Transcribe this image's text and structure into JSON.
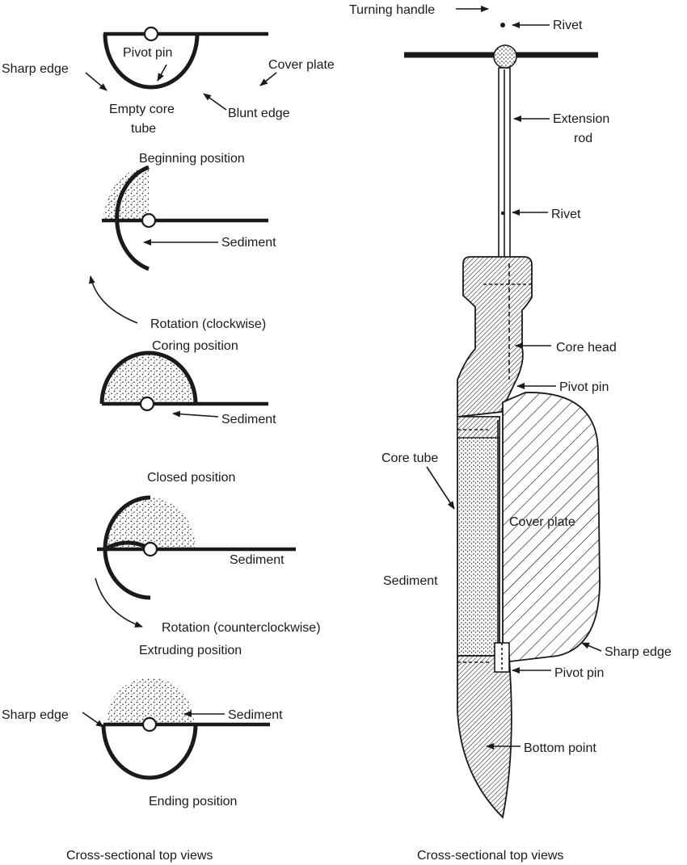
{
  "left_panel": {
    "beginning": {
      "pivot_pin": "Pivot pin",
      "sharp_edge": "Sharp edge",
      "cover_plate": "Cover plate",
      "blunt_edge": "Blunt edge",
      "empty_core_tube_line1": "Empty core",
      "empty_core_tube_line2": "tube",
      "caption": "Beginning position"
    },
    "coring": {
      "sediment": "Sediment",
      "rotation": "Rotation (clockwise)",
      "caption": "Coring position"
    },
    "closed": {
      "sediment": "Sediment",
      "caption": "Closed position"
    },
    "extruding": {
      "sediment": "Sediment",
      "rotation": "Rotation (counterclockwise)",
      "caption": "Extruding position"
    },
    "ending": {
      "sharp_edge": "Sharp edge",
      "sediment": "Sediment",
      "caption": "Ending position"
    },
    "footer": "Cross-sectional top views"
  },
  "right_panel": {
    "turning_handle": "Turning handle",
    "rivet_top": "Rivet",
    "extension_rod_line1": "Extension",
    "extension_rod_line2": "rod",
    "rivet_mid": "Rivet",
    "core_head": "Core head",
    "pivot_pin_top": "Pivot pin",
    "core_tube": "Core tube",
    "cover_plate": "Cover plate",
    "sediment": "Sediment",
    "sharp_edge": "Sharp edge",
    "pivot_pin_bottom": "Pivot pin",
    "bottom_point": "Bottom point",
    "footer": "Cross-sectional top views"
  }
}
